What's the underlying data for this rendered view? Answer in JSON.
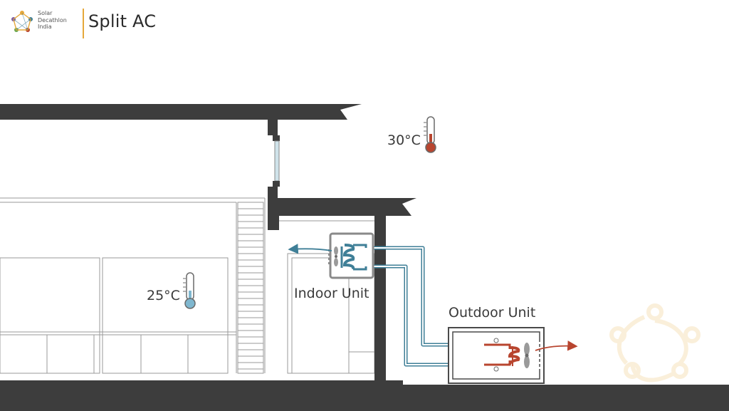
{
  "header": {
    "logo_lines": [
      "Solar",
      "Decathlon",
      "India"
    ],
    "title": "Split AC"
  },
  "diagram": {
    "outdoor_temperature": "30°C",
    "indoor_temperature": "25°C",
    "indoor_unit_label": "Indoor Unit",
    "outdoor_unit_label": "Outdoor Unit",
    "colors": {
      "structure": "#3d3d3d",
      "cool_refrigerant": "#3f7f97",
      "hot_refrigerant": "#b8452f",
      "accent": "#e5a83a",
      "outline": "#8a8a8a"
    }
  }
}
